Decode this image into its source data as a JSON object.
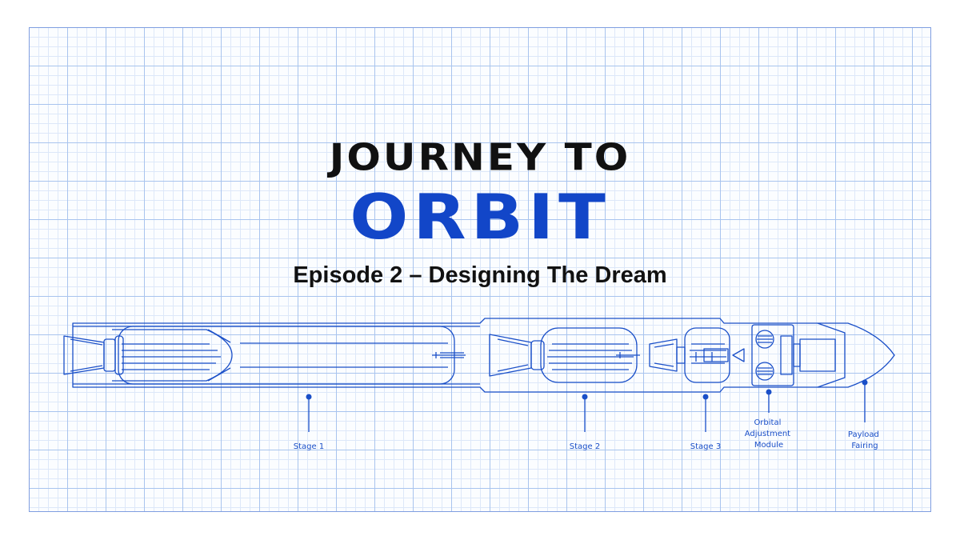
{
  "title": {
    "line1": "JOURNEY TO",
    "line2": "ORBIT",
    "subtitle": "Episode 2 – Designing The Dream"
  },
  "diagram": {
    "labels": {
      "stage1": "Stage 1",
      "stage2": "Stage 2",
      "stage3": "Stage 3",
      "oam": [
        "Orbital",
        "Adjustment",
        "Module"
      ],
      "fairing": [
        "Payload",
        "Fairing"
      ]
    }
  },
  "colors": {
    "line": "#1a4fc8",
    "title_accent": "#1246c8",
    "grid": "#a9c4ee"
  }
}
